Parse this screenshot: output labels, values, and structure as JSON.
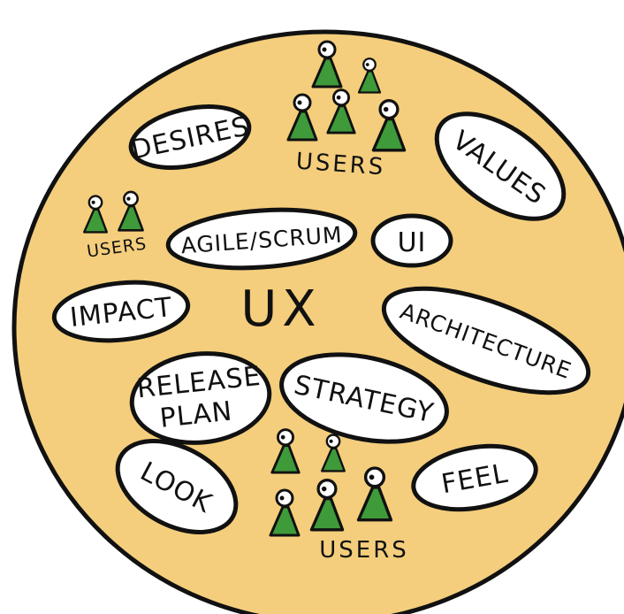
{
  "colors": {
    "circle_fill": "#f4ce7c",
    "outline": "#111111",
    "pill_fill": "#ffffff",
    "person_fill": "#3f9a3a"
  },
  "center": {
    "label": "UX"
  },
  "concepts": {
    "desires": "DESIRES",
    "values": "VALUES",
    "agile": "AGILE/SCRUM",
    "ui": "UI",
    "impact": "IMPACT",
    "architecture": "ARCHITECTURE",
    "release_line1": "RELEASE",
    "release_line2": "PLAN",
    "strategy": "STRATEGY",
    "look": "LOOK",
    "feel": "FEEL"
  },
  "user_groups": {
    "top": {
      "label": "USERS",
      "icon": "person-icon"
    },
    "left": {
      "label": "USERS",
      "icon": "person-icon"
    },
    "bottom": {
      "label": "USERS",
      "icon": "person-icon"
    }
  }
}
